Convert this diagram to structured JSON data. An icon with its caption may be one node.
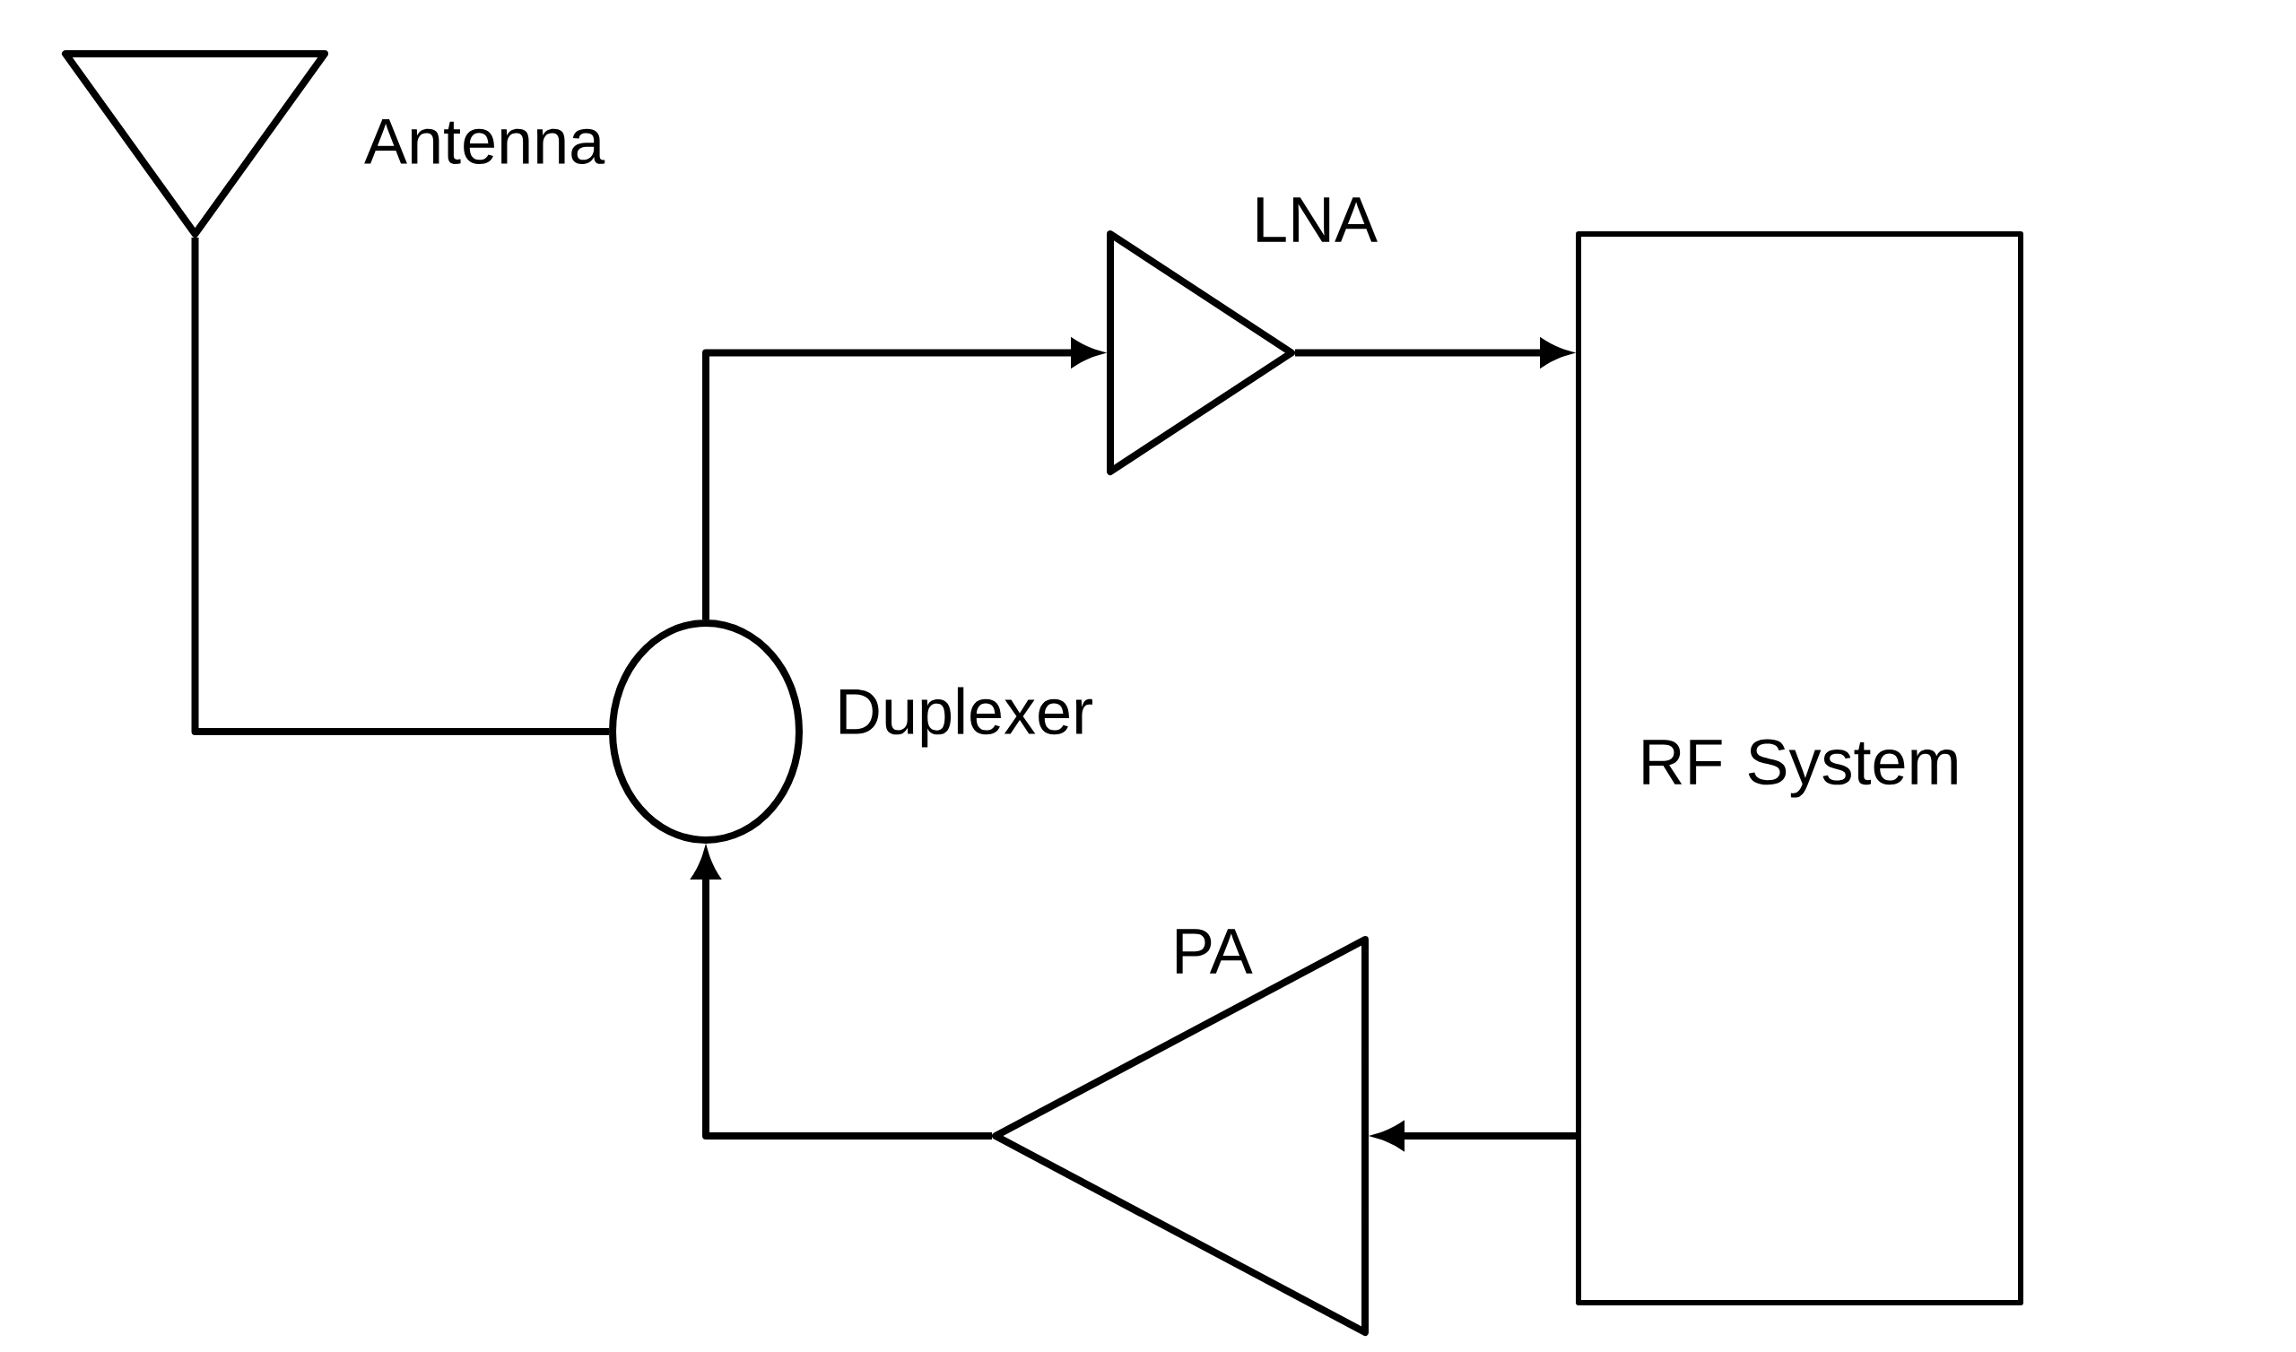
{
  "diagram": {
    "nodes": [
      {
        "text": [],
        "shape": "triangle",
        "beside": [
          "Antenna"
        ]
      },
      {
        "text": [],
        "shape": "ellipse",
        "beside": [
          "Duplexer"
        ]
      },
      {
        "text": [],
        "shape": "triangle",
        "beside": [
          "LNA"
        ]
      },
      {
        "text": [
          "RF System"
        ]
      },
      {
        "text": [],
        "shape": "triangle",
        "beside": [
          "PA"
        ]
      }
    ],
    "edges": [
      {
        "from": 0,
        "to": 1,
        "arrow": "none"
      },
      {
        "from": 1,
        "to": 2,
        "arrow": "to"
      },
      {
        "from": 2,
        "to": 3,
        "arrow": "to"
      },
      {
        "from": 3,
        "to": 4,
        "arrow": "to"
      },
      {
        "from": 4,
        "to": 1,
        "arrow": "to"
      }
    ]
  }
}
